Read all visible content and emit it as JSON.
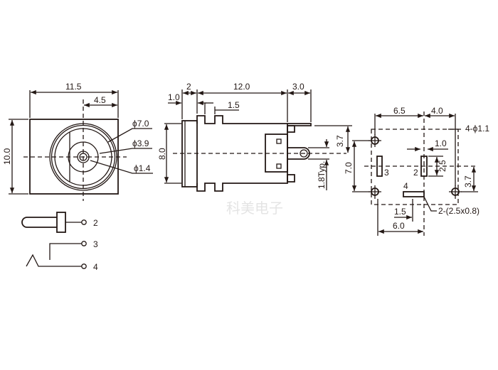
{
  "front_view": {
    "width_dim": "11.5",
    "center_offset_dim": "4.5",
    "height_dim": "10.0",
    "outer_diameter": "ϕ7.0",
    "mid_diameter": "ϕ3.9",
    "pin_diameter": "ϕ1.4"
  },
  "side_view": {
    "flange_dim": "2",
    "body_length_dim": "12.0",
    "tail_dim": "3.0",
    "step_dim": "1.0",
    "slot_dim": "1.5",
    "height_dim": "8.0",
    "pin_height_dim": "3.7",
    "pin_width_dim": "1.8Typ."
  },
  "footprint_view": {
    "left_span_dim": "6.5",
    "right_span_dim": "4.0",
    "holes_note": "4-ϕ1.1",
    "slot_width_dim": "1.0",
    "slot_length_dim": "2.5",
    "hole_pitch_dim": "7.0",
    "lower_offset_dim": "3.7",
    "pin4_offset_dim": "1.5",
    "bottom_span_dim": "6.0",
    "slots_note": "2-(2.5x0.8)",
    "pin_labels": [
      "3",
      "2",
      "4"
    ]
  },
  "schematic": {
    "pin_labels": [
      "2",
      "3",
      "4"
    ]
  },
  "watermark": "科美电子"
}
